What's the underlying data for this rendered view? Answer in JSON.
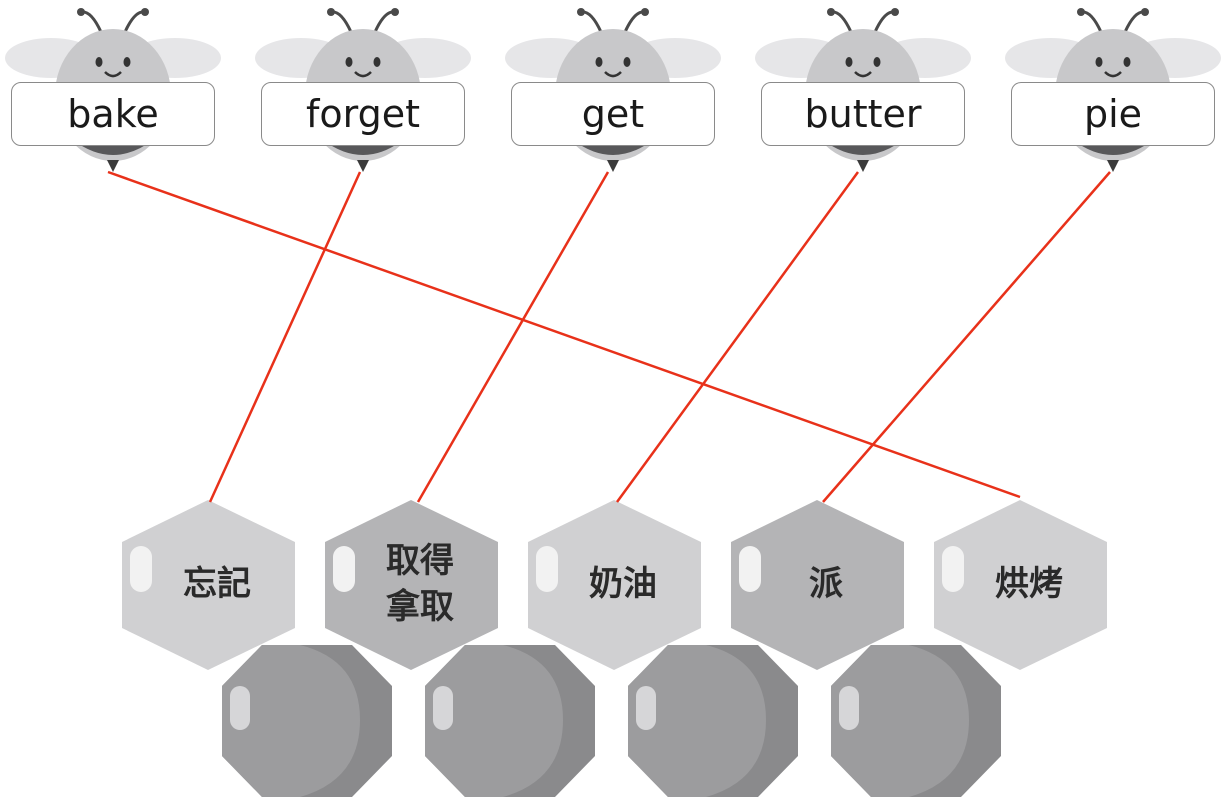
{
  "words": [
    {
      "label": "bake"
    },
    {
      "label": "forget"
    },
    {
      "label": "get"
    },
    {
      "label": "butter"
    },
    {
      "label": "pie"
    }
  ],
  "cells": [
    {
      "label": "忘記",
      "shade": "light"
    },
    {
      "label": "取得\n拿取",
      "shade": "dark"
    },
    {
      "label": "奶油",
      "shade": "light"
    },
    {
      "label": "派",
      "shade": "dark"
    },
    {
      "label": "烘烤",
      "shade": "light"
    }
  ],
  "matches": [
    {
      "word": "bake",
      "meaning": "烘烤"
    },
    {
      "word": "forget",
      "meaning": "忘記"
    },
    {
      "word": "get",
      "meaning": "取得\n拿取"
    },
    {
      "word": "butter",
      "meaning": "奶油"
    },
    {
      "word": "pie",
      "meaning": "派"
    }
  ],
  "colors": {
    "line": "#e8311a",
    "bee_body": "#c8c8ca",
    "bee_stripe": "#58585a",
    "bee_wing": "#e6e6e8",
    "cell_light": "#d0d0d2",
    "cell_dark": "#b4b4b6",
    "honeycomb_bottom": "#8a8a8c"
  }
}
